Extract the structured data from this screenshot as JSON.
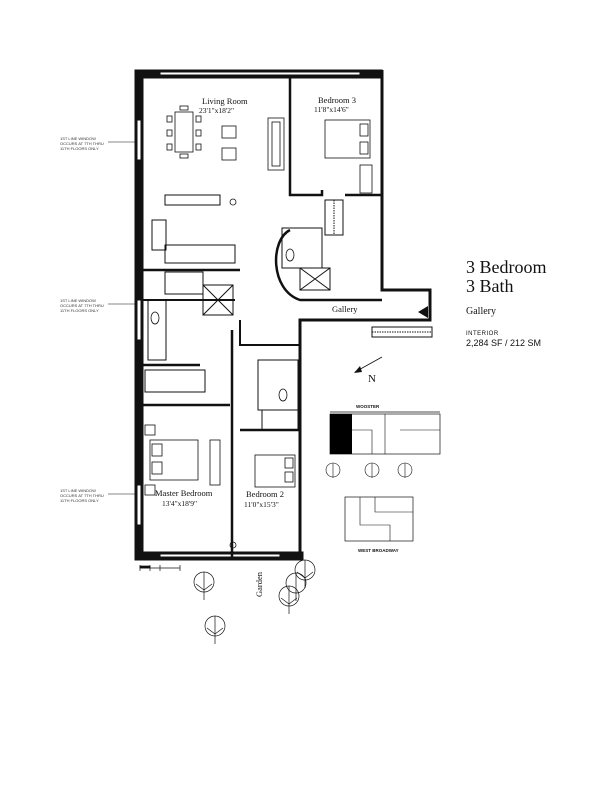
{
  "unit": {
    "title_line1": "3 Bedroom",
    "title_line2": "3 Bath",
    "subtitle": "Gallery",
    "interior_label": "INTERIOR",
    "area": "2,284 SF / 212 SM"
  },
  "rooms": {
    "living": {
      "name": "Living Room",
      "dims": "23'1\"x18'2\""
    },
    "bedroom3": {
      "name": "Bedroom 3",
      "dims": "11'8\"x14'6\""
    },
    "master": {
      "name": "Master Bedroom",
      "dims": "13'4\"x18'9\""
    },
    "bedroom2": {
      "name": "Bedroom 2",
      "dims": "11'0\"x15'3\""
    },
    "gallery": {
      "name": "Gallery"
    },
    "garden": {
      "name": "Garden"
    }
  },
  "notes": {
    "window_note_1": [
      "1ST LINE WINDOW",
      "OCCURS AT 7TH THRU",
      "11TH FLOORS ONLY"
    ],
    "window_note_2": [
      "1ST LINE WINDOW",
      "OCCURS AT 7TH THRU",
      "11TH FLOORS ONLY"
    ],
    "window_note_3": [
      "1ST LINE WINDOW",
      "OCCURS AT 7TH THRU",
      "11TH FLOORS ONLY"
    ]
  },
  "compass": {
    "label": "N"
  },
  "keyplan": {
    "street_top": "WOOSTER",
    "street_bottom": "WEST BROADWAY"
  },
  "colors": {
    "ink": "#111111",
    "paper": "#ffffff",
    "highlight": "#000000"
  }
}
